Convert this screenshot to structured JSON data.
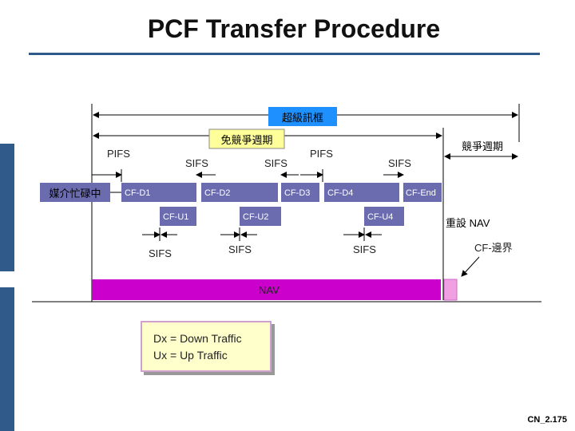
{
  "title": "PCF Transfer Procedure",
  "labels": {
    "superframe": "超級訊框",
    "cfp": "免競爭週期",
    "cp": "競爭週期",
    "medium_busy": "媒介忙碌中",
    "pifs1": "PIFS",
    "pifs2": "PIFS",
    "sifs_top1": "SIFS",
    "sifs_top2": "SIFS",
    "sifs_top3": "SIFS",
    "sifs_bot1": "SIFS",
    "sifs_bot2": "SIFS",
    "sifs_bot3": "SIFS",
    "cf_d1": "CF-D1",
    "cf_d2": "CF-D2",
    "cf_d3": "CF-D3",
    "cf_d4": "CF-D4",
    "cf_end": "CF-End",
    "cf_u1": "CF-U1",
    "cf_u2": "CF-U2",
    "cf_u4": "CF-U4",
    "reset_nav": "重設 NAV",
    "cf_boundary": "CF-邊界",
    "nav": "NAV"
  },
  "legend": {
    "line1": "Dx = Down Traffic",
    "line2": "Ux = Up Traffic"
  },
  "footer": "CN_2.175",
  "colors": {
    "frame_box": "#6b6bb0",
    "magenta": "#cc00cc",
    "pink": "#f0a0e0",
    "sidebar": "#2f5a8a",
    "highlight_blue": "#1e90ff",
    "highlight_yellow": "#ffff99"
  }
}
